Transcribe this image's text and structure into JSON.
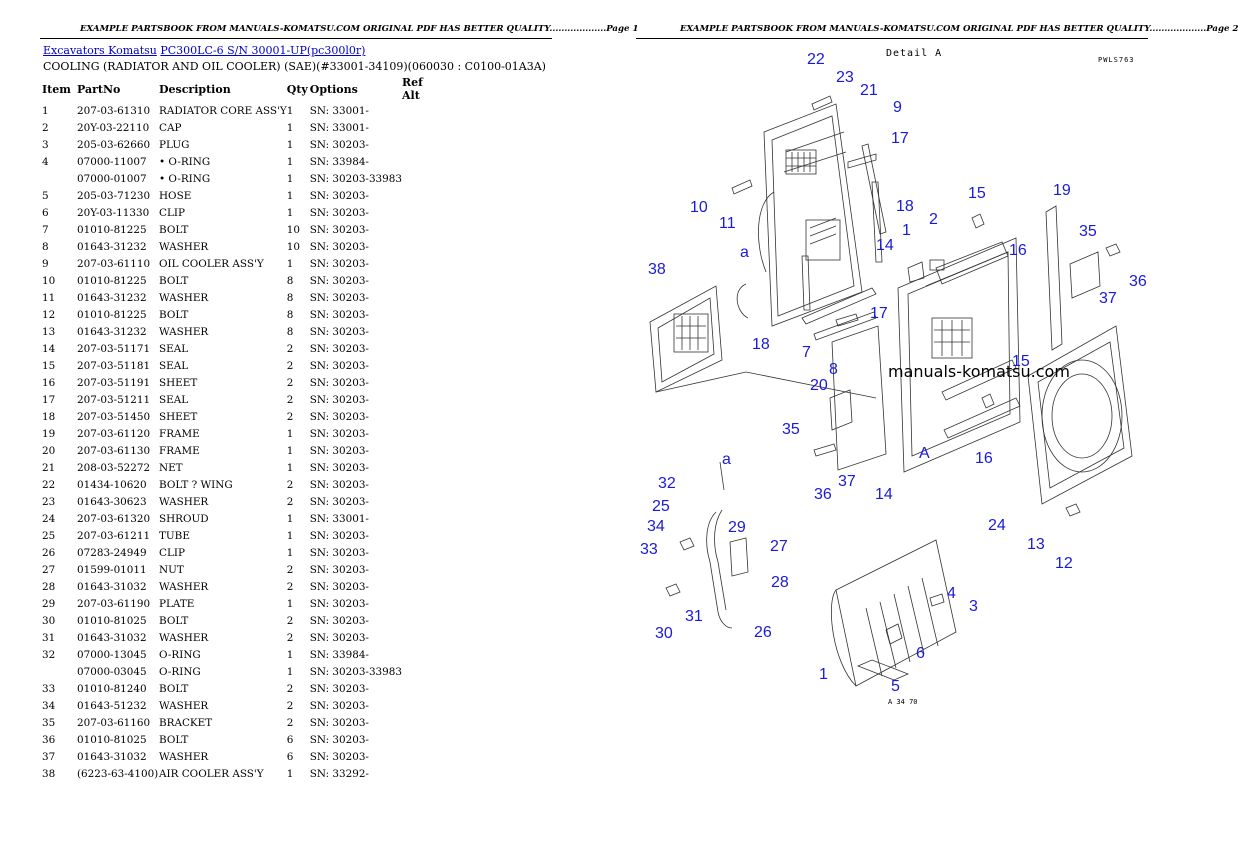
{
  "header": {
    "left": "EXAMPLE PARTSBOOK FROM MANUALS-KOMATSU.COM ORIGINAL PDF HAS BETTER QUALITY...................Page 1",
    "right": "EXAMPLE PARTSBOOK FROM MANUALS-KOMATSU.COM ORIGINAL PDF HAS BETTER QUALITY...................Page 2"
  },
  "breadcrumb": {
    "category": "Excavators Komatsu",
    "model": "PC300LC-6 S/N  30001-UP(pc300l0r)"
  },
  "section_title": "COOLING (RADIATOR AND OIL COOLER) (SAE)(#33001-34109)(060030 : C0100-01A3A)",
  "table": {
    "headers": {
      "item": "Item",
      "part": "PartNo",
      "desc": "Description",
      "qty": "Qty",
      "opt": "Options",
      "ref": "Ref Alt"
    },
    "rows": [
      {
        "item": "1",
        "part": "207-03-61310",
        "desc": "RADIATOR CORE ASS'Y",
        "qty": "1",
        "opt": "SN: 33001-"
      },
      {
        "item": "2",
        "part": "20Y-03-22110",
        "desc": "CAP",
        "qty": "1",
        "opt": "SN: 33001-"
      },
      {
        "item": "3",
        "part": "205-03-62660",
        "desc": "PLUG",
        "qty": "1",
        "opt": "SN: 30203-"
      },
      {
        "item": "4",
        "part": "07000-11007",
        "desc": "• O-RING",
        "qty": "1",
        "opt": "SN: 33984-"
      },
      {
        "item": "",
        "part": "07000-01007",
        "desc": "• O-RING",
        "qty": "1",
        "opt": "SN: 30203-33983"
      },
      {
        "item": "5",
        "part": "205-03-71230",
        "desc": "HOSE",
        "qty": "1",
        "opt": "SN: 30203-"
      },
      {
        "item": "6",
        "part": "20Y-03-11330",
        "desc": "CLIP",
        "qty": "1",
        "opt": "SN: 30203-"
      },
      {
        "item": "7",
        "part": "01010-81225",
        "desc": "BOLT",
        "qty": "10",
        "opt": "SN: 30203-"
      },
      {
        "item": "8",
        "part": "01643-31232",
        "desc": "WASHER",
        "qty": "10",
        "opt": "SN: 30203-"
      },
      {
        "item": "9",
        "part": "207-03-61110",
        "desc": "OIL COOLER ASS'Y",
        "qty": "1",
        "opt": "SN: 30203-"
      },
      {
        "item": "10",
        "part": "01010-81225",
        "desc": "BOLT",
        "qty": "8",
        "opt": "SN: 30203-"
      },
      {
        "item": "11",
        "part": "01643-31232",
        "desc": "WASHER",
        "qty": "8",
        "opt": "SN: 30203-"
      },
      {
        "item": "12",
        "part": "01010-81225",
        "desc": "BOLT",
        "qty": "8",
        "opt": "SN: 30203-"
      },
      {
        "item": "13",
        "part": "01643-31232",
        "desc": "WASHER",
        "qty": "8",
        "opt": "SN: 30203-"
      },
      {
        "item": "14",
        "part": "207-03-51171",
        "desc": "SEAL",
        "qty": "2",
        "opt": "SN: 30203-"
      },
      {
        "item": "15",
        "part": "207-03-51181",
        "desc": "SEAL",
        "qty": "2",
        "opt": "SN: 30203-"
      },
      {
        "item": "16",
        "part": "207-03-51191",
        "desc": "SHEET",
        "qty": "2",
        "opt": "SN: 30203-"
      },
      {
        "item": "17",
        "part": "207-03-51211",
        "desc": "SEAL",
        "qty": "2",
        "opt": "SN: 30203-"
      },
      {
        "item": "18",
        "part": "207-03-51450",
        "desc": "SHEET",
        "qty": "2",
        "opt": "SN: 30203-"
      },
      {
        "item": "19",
        "part": "207-03-61120",
        "desc": "FRAME",
        "qty": "1",
        "opt": "SN: 30203-"
      },
      {
        "item": "20",
        "part": "207-03-61130",
        "desc": "FRAME",
        "qty": "1",
        "opt": "SN: 30203-"
      },
      {
        "item": "21",
        "part": "208-03-52272",
        "desc": "NET",
        "qty": "1",
        "opt": "SN: 30203-"
      },
      {
        "item": "22",
        "part": "01434-10620",
        "desc": "BOLT ? WING",
        "qty": "2",
        "opt": "SN: 30203-"
      },
      {
        "item": "23",
        "part": "01643-30623",
        "desc": "WASHER",
        "qty": "2",
        "opt": "SN: 30203-"
      },
      {
        "item": "24",
        "part": "207-03-61320",
        "desc": "SHROUD",
        "qty": "1",
        "opt": "SN: 33001-"
      },
      {
        "item": "25",
        "part": "207-03-61211",
        "desc": "TUBE",
        "qty": "1",
        "opt": "SN: 30203-"
      },
      {
        "item": "26",
        "part": "07283-24949",
        "desc": "CLIP",
        "qty": "1",
        "opt": "SN: 30203-"
      },
      {
        "item": "27",
        "part": "01599-01011",
        "desc": "NUT",
        "qty": "2",
        "opt": "SN: 30203-"
      },
      {
        "item": "28",
        "part": "01643-31032",
        "desc": "WASHER",
        "qty": "2",
        "opt": "SN: 30203-"
      },
      {
        "item": "29",
        "part": "207-03-61190",
        "desc": "PLATE",
        "qty": "1",
        "opt": "SN: 30203-"
      },
      {
        "item": "30",
        "part": "01010-81025",
        "desc": "BOLT",
        "qty": "2",
        "opt": "SN: 30203-"
      },
      {
        "item": "31",
        "part": "01643-31032",
        "desc": "WASHER",
        "qty": "2",
        "opt": "SN: 30203-"
      },
      {
        "item": "32",
        "part": "07000-13045",
        "desc": "O-RING",
        "qty": "1",
        "opt": "SN: 33984-"
      },
      {
        "item": "",
        "part": "07000-03045",
        "desc": "O-RING",
        "qty": "1",
        "opt": "SN: 30203-33983"
      },
      {
        "item": "33",
        "part": "01010-81240",
        "desc": "BOLT",
        "qty": "2",
        "opt": "SN: 30203-"
      },
      {
        "item": "34",
        "part": "01643-51232",
        "desc": "WASHER",
        "qty": "2",
        "opt": "SN: 30203-"
      },
      {
        "item": "35",
        "part": "207-03-61160",
        "desc": "BRACKET",
        "qty": "2",
        "opt": "SN: 30203-"
      },
      {
        "item": "36",
        "part": "01010-81025",
        "desc": "BOLT",
        "qty": "6",
        "opt": "SN: 30203-"
      },
      {
        "item": "37",
        "part": "01643-31032",
        "desc": "WASHER",
        "qty": "6",
        "opt": "SN: 30203-"
      },
      {
        "item": "38",
        "part": "(6223-63-4100)",
        "desc": "AIR COOLER ASS'Y",
        "qty": "1",
        "opt": "SN: 33292-"
      }
    ]
  },
  "diagram": {
    "detail_title": "Detail A",
    "drawing_code": "PWLS763",
    "watermark": "manuals-komatsu.com",
    "bottom_code": "A  34  70",
    "view_letter_a": "a",
    "view_letter_big": "A",
    "callouts": [
      "22",
      "23",
      "21",
      "9",
      "17",
      "18",
      "15",
      "19",
      "35",
      "10",
      "11",
      "2",
      "14",
      "1",
      "16",
      "37",
      "36",
      "38",
      "7",
      "8",
      "17",
      "20",
      "35",
      "36",
      "37",
      "14",
      "16",
      "24",
      "13",
      "12",
      "32",
      "25",
      "34",
      "33",
      "29",
      "27",
      "28",
      "30",
      "31",
      "26",
      "4",
      "3",
      "6",
      "1",
      "5",
      "15",
      "18",
      "a",
      "a",
      "A"
    ]
  }
}
